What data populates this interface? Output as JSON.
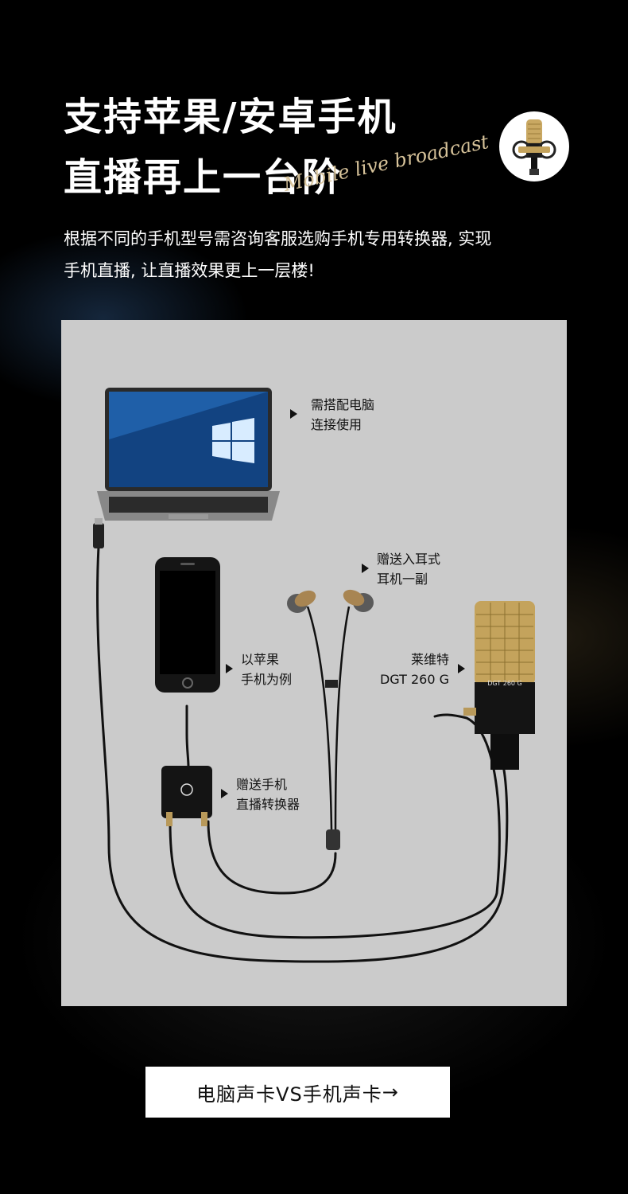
{
  "hero": {
    "title_line1": "支持苹果/安卓手机",
    "title_line2": "直播再上一台阶",
    "script_text": "Mobile live broadcast"
  },
  "intro": {
    "line1": "根据不同的手机型号需咨询客服选购手机专用转换器, 实现",
    "line2": "手机直播, 让直播效果更上一层楼!"
  },
  "diagram": {
    "laptop_label": [
      "需搭配电脑",
      "连接使用"
    ],
    "earphones_label": [
      "赠送入耳式",
      "耳机一副"
    ],
    "phone_label": [
      "以苹果",
      "手机为例"
    ],
    "mic_label": [
      "莱维特",
      "DGT 260 G"
    ],
    "converter_label": [
      "赠送手机",
      "直播转换器"
    ],
    "mic_body_text": "DGT 260 G"
  },
  "cta": {
    "label": "电脑声卡VS手机声卡",
    "arrow": "→"
  },
  "colors": {
    "background": "#000000",
    "panel": "#cbcbcb",
    "gold": "#c4a35c",
    "text": "#ffffff"
  }
}
